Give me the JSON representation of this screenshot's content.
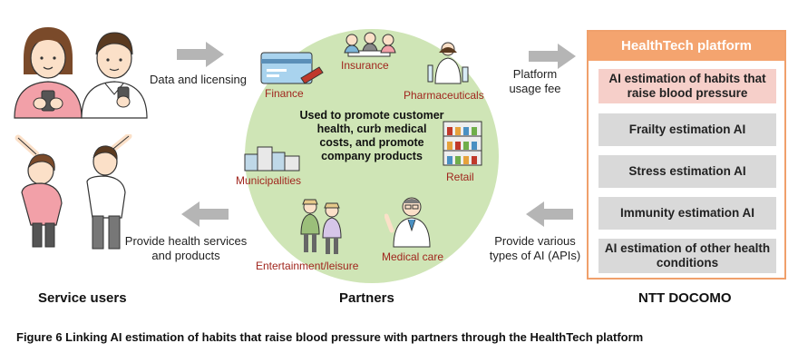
{
  "flow": {
    "data_licensing": "Data and licensing",
    "platform_fee": "Platform\nusage fee",
    "provide_services": "Provide health services\nand products",
    "provide_ai": "Provide various\ntypes of AI (APIs)"
  },
  "partners": {
    "insurance": "Insurance",
    "finance": "Finance",
    "pharmaceuticals": "Pharmaceuticals",
    "retail": "Retail",
    "municipalities": "Municipalities",
    "medical_care": "Medical care",
    "entertainment": "Entertainment/leisure",
    "center_text": "Used to promote customer health, curb medical costs, and promote company products"
  },
  "platform": {
    "title": "HealthTech platform",
    "items": [
      "AI estimation of habits that raise blood pressure",
      "Frailty estimation AI",
      "Stress estimation AI",
      "Immunity estimation AI",
      "AI estimation of other health conditions"
    ]
  },
  "columns": {
    "service_users": "Service users",
    "partners": "Partners",
    "ntt": "NTT DOCOMO"
  },
  "caption": "Figure 6  Linking AI estimation of habits that raise blood pressure with partners through the HealthTech platform",
  "colors": {
    "circle": "#cfe5b6",
    "platform_header": "#f4a46f",
    "highlight_box": "#f6cfc9",
    "ai_box": "#d9d9d9",
    "arrow": "#b5b5b5",
    "partner_label": "#a0261e"
  }
}
